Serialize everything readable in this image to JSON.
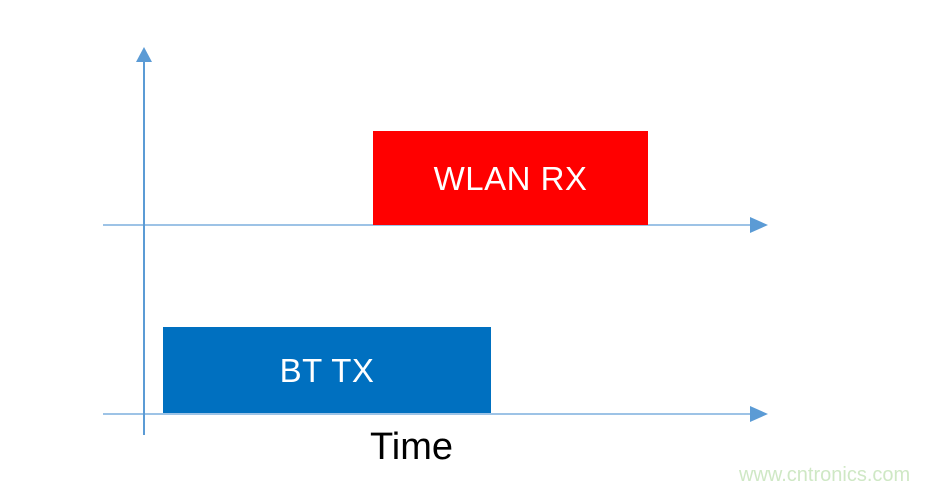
{
  "diagram": {
    "type": "timing-diagram",
    "axis": {
      "time_label": "Time",
      "orientation": "two horizontal timelines sharing one vertical axis",
      "vertical_arrow": "up",
      "horizontal_arrows": "right"
    },
    "bars": [
      {
        "id": "wlan-rx",
        "label": "WLAN RX",
        "row": "top-timeline",
        "color": "#ff0000",
        "text_color": "#ffffff"
      },
      {
        "id": "bt-tx",
        "label": "BT TX",
        "row": "bottom-timeline",
        "color": "#0070c0",
        "text_color": "#ffffff"
      }
    ],
    "watermark": {
      "text": "www.cntronics.com"
    },
    "colors": {
      "wlan_red": "#ff0000",
      "bt_blue": "#0070c0",
      "axis_h": "#9dc3e6",
      "axis_v": "#5b9bd5",
      "arrowhead": "#5b9bd5",
      "box_text": "#ffffff",
      "time_black": "#000000",
      "watermark_green": "#cfe8c5",
      "background": "#ffffff"
    }
  }
}
